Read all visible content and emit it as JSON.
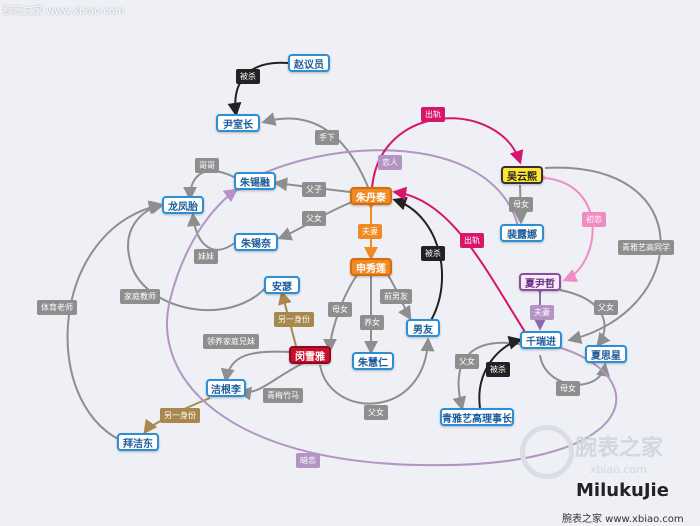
{
  "watermark": {
    "top": "腕表之家 www.xbiao.com",
    "big": "腕表之家",
    "url": "xbiao.com",
    "bottom": "腕表之家 www.xbiao.com"
  },
  "signature": "MilukuJie",
  "nodes": {
    "zhao": "赵议员",
    "yin": "尹室长",
    "zhuxilong": "朱锡融",
    "longfeng": "龙凤胎",
    "zhudan": "朱丹泰",
    "zhuxixi": "朱锡奈",
    "shenxiu": "申秀莲",
    "anse": "安瑟",
    "minxueya": "闵雪雅",
    "zhuhui": "朱慧仁",
    "nanyou": "男友",
    "wuyunxi": "吴云熙",
    "peilu": "裴露娜",
    "xiayin": "夏尹哲",
    "qianrui": "千瑞进",
    "xiasi": "夏思星",
    "qingya": "青雅艺高理事长",
    "huagen": "洁根李",
    "zhidong": "拜洁东"
  },
  "labels": {
    "bisha": "被杀",
    "shouxia": "手下",
    "gege": "哥哥",
    "lianren_top": "恋人",
    "fuzi": "父子",
    "funu_zx": "父女",
    "fuqi_mid": "夫妻",
    "meimei": "妹妹",
    "jiating_a": "家庭教师",
    "tiyu": "体育老师",
    "lingyang": "领养家庭兄妹",
    "lingyi_top": "另一身份",
    "munv_shen": "母女",
    "yangnv": "养女",
    "qiannanyou": "前男友",
    "beisha_nan": "被杀",
    "chugui_top": "出轨",
    "chugui_mid": "出轨",
    "munv_wu": "母女",
    "chulian": "初恋",
    "qingya_tongxue": "青雅艺高同学",
    "fuqi_right": "夫妻",
    "funu_right": "父女",
    "munv_right": "母女",
    "funu_left": "父女",
    "beisha_bottom": "被杀",
    "qingmei": "青梅竹马",
    "funu_bottom": "父女",
    "lingyi_bottom": "另一身份",
    "anlian": "暗恋"
  },
  "colors": {
    "blue": "#2b8fd6",
    "orange": "#f08a24",
    "red": "#c8102e",
    "magenta": "#d6156b",
    "pink": "#f08cc4",
    "lila": "#b394c4",
    "gray": "#8e8e8e",
    "dark": "#222222"
  }
}
